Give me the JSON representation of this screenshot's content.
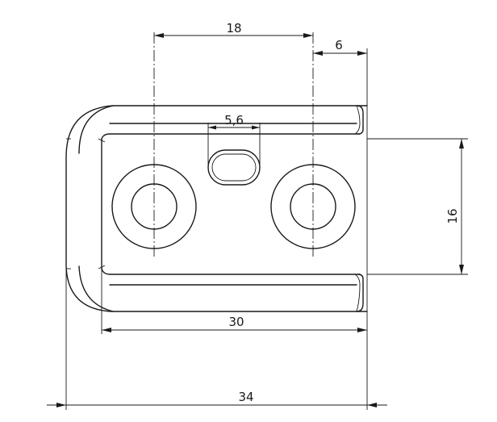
{
  "dimensions": {
    "hole_spacing": "18",
    "right_offset": "6",
    "slot_width": "5,6",
    "inner_height": "16",
    "inner_width": "30",
    "overall_width": "34"
  }
}
